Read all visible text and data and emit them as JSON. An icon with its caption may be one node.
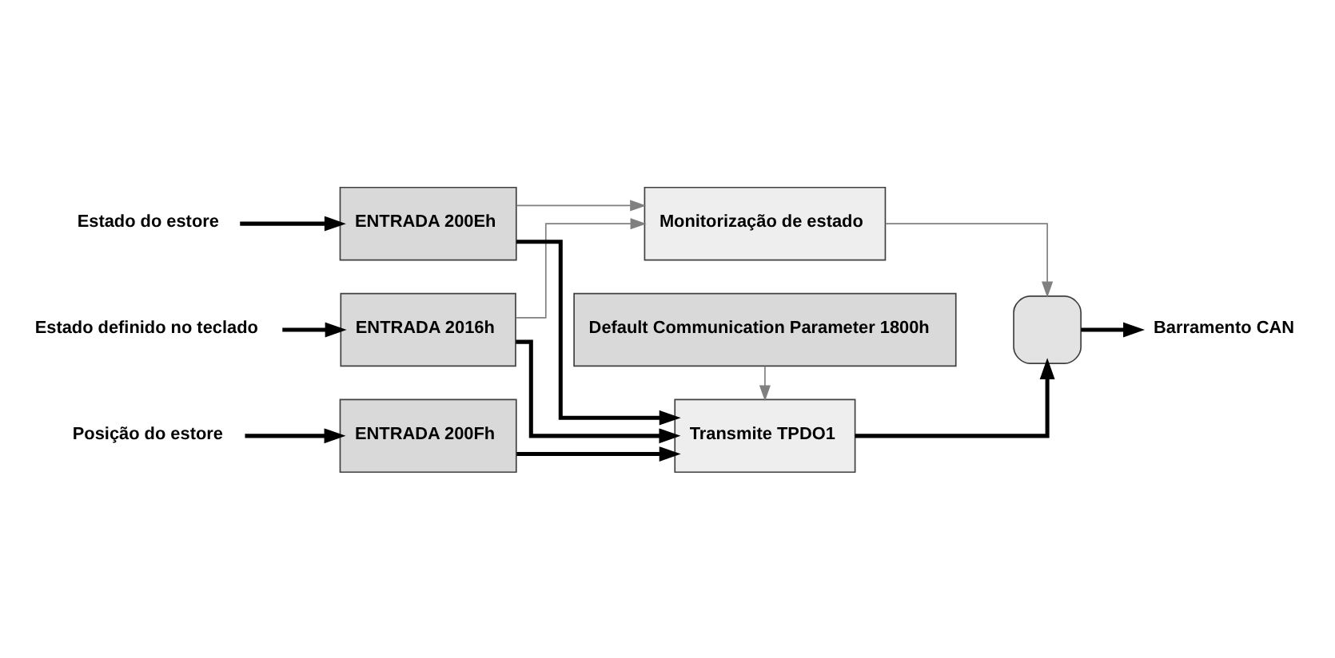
{
  "diagram": {
    "nodes": [
      {
        "text": [
          "Estado do estore"
        ]
      },
      {
        "text": [
          "ENTRADA 200Eh"
        ]
      },
      {
        "text": [
          "Default Communication Parameter 1800h"
        ]
      },
      {
        "text": [
          "Posição do estore"
        ]
      },
      {
        "text": [
          "ENTRADA 200Fh"
        ]
      },
      {
        "text": [
          "Transmite TPDO1"
        ]
      },
      {
        "text": [],
        "shape": "box"
      },
      {
        "text": [
          "Barramento CAN"
        ]
      },
      {
        "text": [
          "Estado definido no teclado"
        ]
      },
      {
        "text": [
          "ENTRADA 2016h"
        ]
      },
      {
        "text": [
          "Monitorização de estado"
        ]
      }
    ],
    "edges": [
      {
        "from": 0,
        "to": 1,
        "arrow": "to"
      },
      {
        "from": 3,
        "to": 4,
        "arrow": "to"
      },
      {
        "from": 8,
        "to": 9,
        "arrow": "to"
      },
      {
        "from": 1,
        "to": 5,
        "arrow": "to"
      },
      {
        "from": 4,
        "to": 5,
        "arrow": "to"
      },
      {
        "from": 9,
        "to": 5,
        "arrow": "to"
      },
      {
        "from": 2,
        "to": 5,
        "arrow": "to",
        "color": "#808080"
      },
      {
        "from": 5,
        "to": 6,
        "arrow": "to"
      },
      {
        "from": 6,
        "to": 7,
        "arrow": "to"
      },
      {
        "from": 1,
        "to": 10,
        "arrow": "to",
        "color": "#808080"
      },
      {
        "from": 9,
        "to": 10,
        "arrow": "to",
        "color": "#808080"
      },
      {
        "from": 10,
        "to": 6,
        "arrow": "to",
        "color": "#808080"
      }
    ]
  }
}
